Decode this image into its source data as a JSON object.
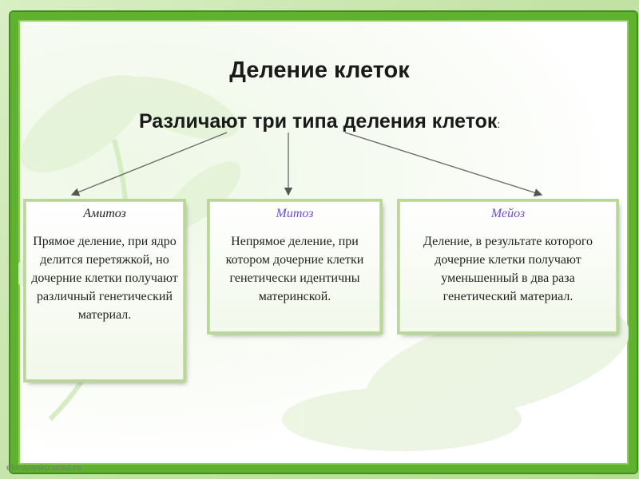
{
  "slide": {
    "title": "Деление клеток",
    "subtitle": "Различают три типа деления клеток",
    "subtitle_colon": ":",
    "watermark": "elenaranko.ucoz.ru"
  },
  "types": [
    {
      "name": "Амитоз",
      "description": "Прямое деление, при ядро делится перетяжкой, но дочерние клетки получают различный генетический материал."
    },
    {
      "name": "Митоз",
      "description": "Непрямое деление, при котором дочерние клетки генетически идентичны материнской."
    },
    {
      "name": "Мейоз",
      "description": "Деление, в результате которого дочерние клетки получают уменьшенный в два раза генетический материал."
    }
  ],
  "colors": {
    "frame_green": "#5fb12f",
    "type_title_accent": "#6a4fc9"
  }
}
